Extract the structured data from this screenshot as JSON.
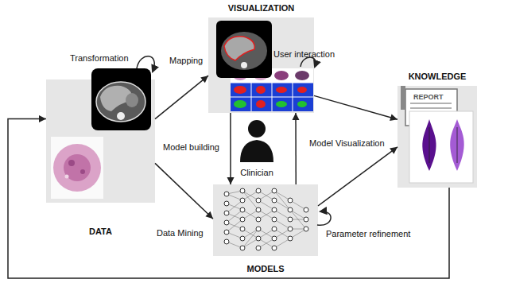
{
  "diagram": {
    "nodes": [
      {
        "text": [
          "DATA"
        ]
      },
      {
        "text": [
          "VISUALIZATION"
        ]
      },
      {
        "text": [
          "Clinician"
        ]
      },
      {
        "text": [
          "MODELS"
        ]
      },
      {
        "text": [
          "KNOWLEDGE"
        ]
      }
    ],
    "edges": [
      {
        "from": 0,
        "to": 1,
        "label": "Mapping",
        "arrow": "to"
      },
      {
        "from": 0,
        "to": 3,
        "label": "Data Mining",
        "arrow": "to"
      },
      {
        "from": 1,
        "to": 3,
        "label": "Model building",
        "arrow": "to"
      },
      {
        "from": 3,
        "to": 1,
        "arrow": "to"
      },
      {
        "from": 3,
        "to": 4,
        "label": "Model Visualization",
        "arrow": "to"
      },
      {
        "from": 1,
        "to": 4,
        "arrow": "to"
      },
      {
        "from": 4,
        "to": 0,
        "arrow": "to"
      }
    ],
    "labels": [
      "Transformation",
      "User interaction",
      "Parameter refinement",
      "REPORT"
    ]
  }
}
